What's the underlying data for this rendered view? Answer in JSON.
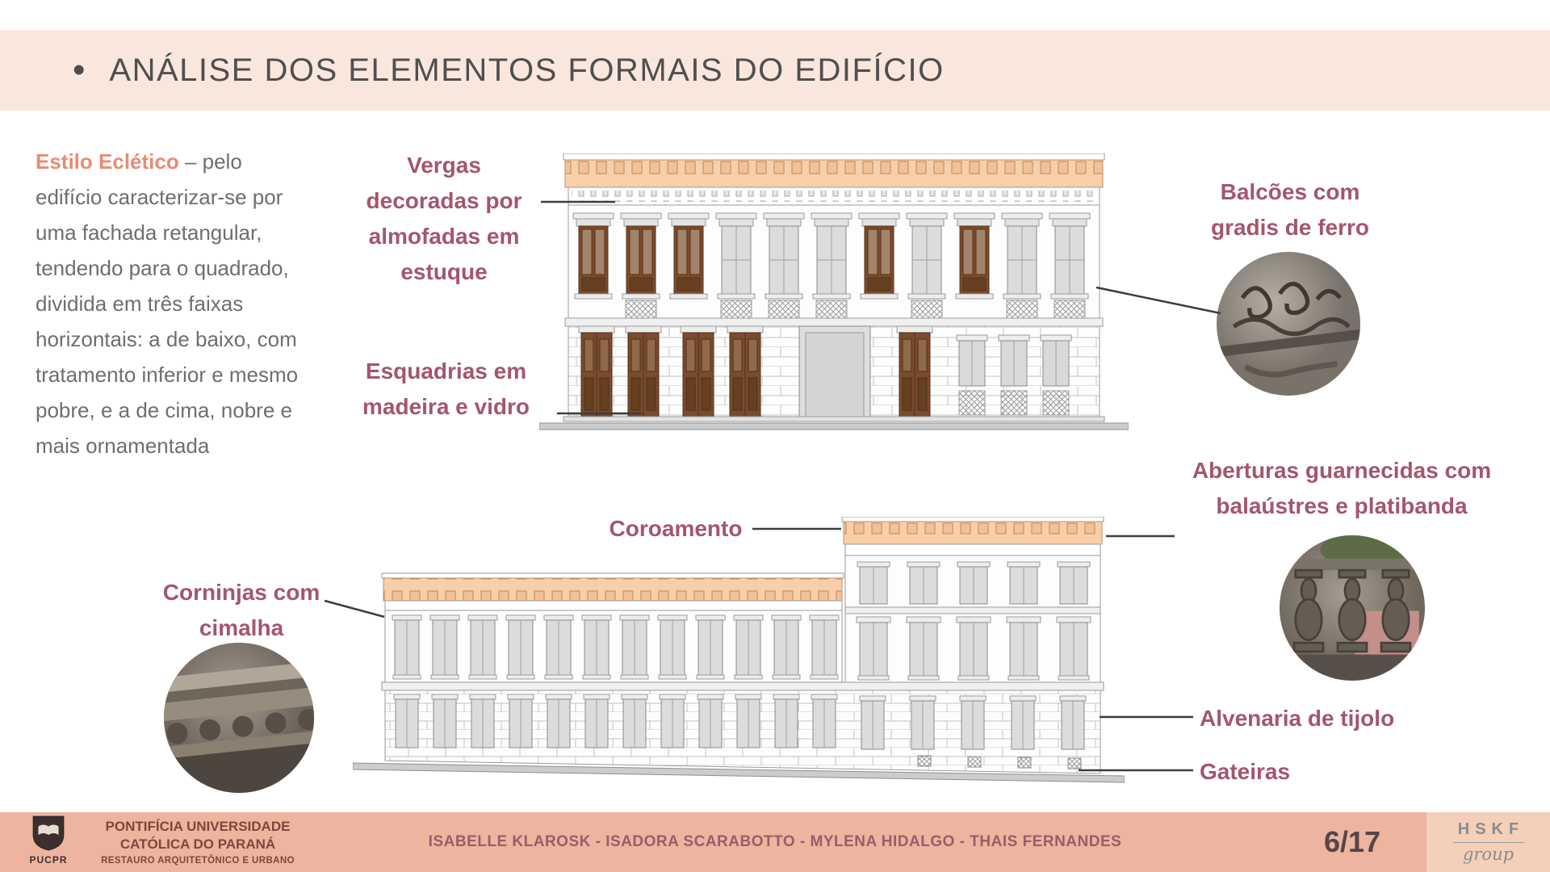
{
  "header": {
    "bullet": "•",
    "title": "ANÁLISE DOS ELEMENTOS FORMAIS DO EDIFÍCIO"
  },
  "intro": {
    "highlight": "Estilo Eclético",
    "text": " – pelo edifício caracterizar-se por uma fachada retangular, tendendo para o quadrado, dividida em três faixas horizontais: a de baixo, com tratamento inferior e mesmo pobre, e a de cima, nobre e mais ornamentada"
  },
  "annotations": {
    "vergas": "Vergas decoradas por almofadas em estuque",
    "esquadrias": "Esquadrias em madeira e vidro",
    "balcoes": "Balcões com gradis de ferro",
    "aberturas": "Aberturas guarnecidas com balaústres e platibanda",
    "coroamento": "Coroamento",
    "corninjas": "Corninjas com cimalha",
    "alvenaria": "Alvenaria de tijolo",
    "gateiras": "Gateiras"
  },
  "footer": {
    "logo_text": "PUCPR",
    "university_line1": "PONTIFÍCIA UNIVERSIDADE",
    "university_line2": "CATÓLICA DO PARANÁ",
    "university_line3": "RESTAURO ARQUITETÔNICO E URBANO",
    "authors": "ISABELLE KLAROSK - ISADORA SCARABOTTO - MYLENA HIDALGO - THAIS FERNANDES",
    "page_number": "6/17",
    "brand_name": "HSKF",
    "brand_sub": "group"
  },
  "colors": {
    "header_band": "#f9e7de",
    "footer_band": "#edb49f",
    "brand_box": "#f4cfba",
    "label": "#a4566b",
    "highlight": "#e98b74",
    "body_text": "#6e6e6e",
    "frieze": "#f8cfa9"
  }
}
